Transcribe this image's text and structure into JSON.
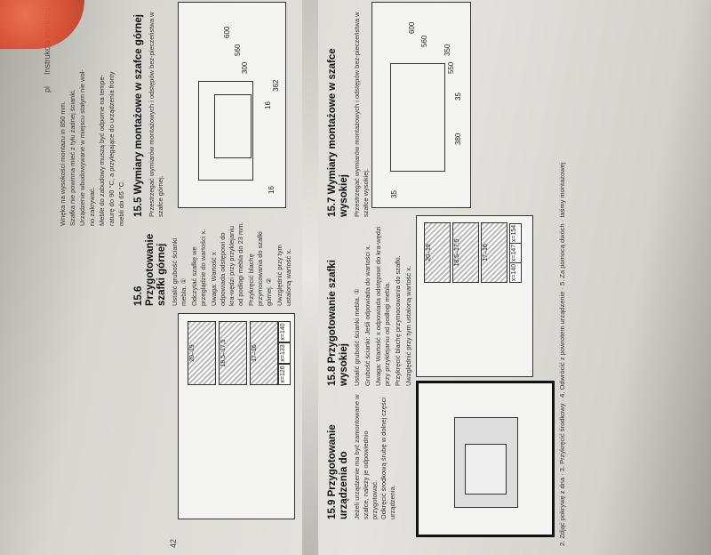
{
  "page_number": "42",
  "header": {
    "lang": "pl",
    "title": "Instrukcja montażu"
  },
  "intro_bullets": [
    "Wnęka na wysokości montażu in 850 mm.",
    "Szafka nie powinna mieć z tyłu żadnej ścianki.",
    "Urządzenie wbudowywane w miejscu stałym nie wol-",
    "no zakrywać.",
    "Meble do zabudowy muszą być odporne na tempe-",
    "raturę do 90 °C, a przylegające do urządzenia fronty",
    "mebli do 65 °C."
  ],
  "s155": {
    "title": "15.5 Wymiary montażowe w szafce górnej",
    "text": "Przestrzegać wymiarów montażowych i odstępów bez-pieczeństwa w szafce górnej.",
    "dims": [
      "600",
      "560",
      "300",
      "362",
      "16",
      "16"
    ]
  },
  "s156": {
    "title": "15.6 Przygotowanie szafki górnej",
    "steps": [
      "Ustalić grubość ścianki mebla. ①",
      "Odczytać szafkę we przeglądzie do wartości x.",
      "Uwaga: Wartość x odpowiada odstępowi do kra-wędzi przy przyklejaniu od podłogi mebla do 23 mm.",
      "Przykręcić blachę przymocowania do szafki górnej. ②",
      "Uwzględnić przy tym ustaloną wartość x."
    ],
    "table": [
      "20–19",
      "18,5–17,5",
      "17–16",
      "x=126",
      "x=133",
      "x=140"
    ]
  },
  "s157": {
    "title": "15.7 Wymiary montażowe w szafce wysokiej",
    "text": "Przestrzegać wymiarów montażowych i odstępów bez-pieczeństwa w szafce wysokiej.",
    "dims": [
      "600",
      "560",
      "35",
      "35",
      "350",
      "550",
      "380"
    ]
  },
  "s158": {
    "title": "15.8 Przygotowanie szafki wysokiej",
    "steps": [
      "Ustalić grubość ścianki mebla. ①",
      "Grubość ścianki: Jeśli odpowiada do wartości x.",
      "Uwaga: Wartość x odpowiada odstępowi do kra-wędzi przy przyklejaniu od podłogi mebla.",
      "Przykręcić blachę przymocowania do szafki.",
      "Uwzględnić przy tym ustaloną wartość x."
    ],
    "table": [
      "20–19",
      "18,5–17,5",
      "17–16",
      "x=140",
      "x=147",
      "x=154"
    ]
  },
  "s159": {
    "title": "15.9 Przygotowanie urządzenia do",
    "text": "Jeżeli urządzenie ma być zamontowane w szafce, należy je odpowiednio przygotować.",
    "step": "Odkręcić środkową śrubę w dolnej części urządzenia."
  },
  "right_edge_steps": [
    "2. Zdjąć pokrywę z dna",
    "3. Przykręcić środkowy",
    "4. Odwrócić z powrotem urządzenie",
    "5. Za pomocą dwóch",
    "taśmy montażowej"
  ]
}
